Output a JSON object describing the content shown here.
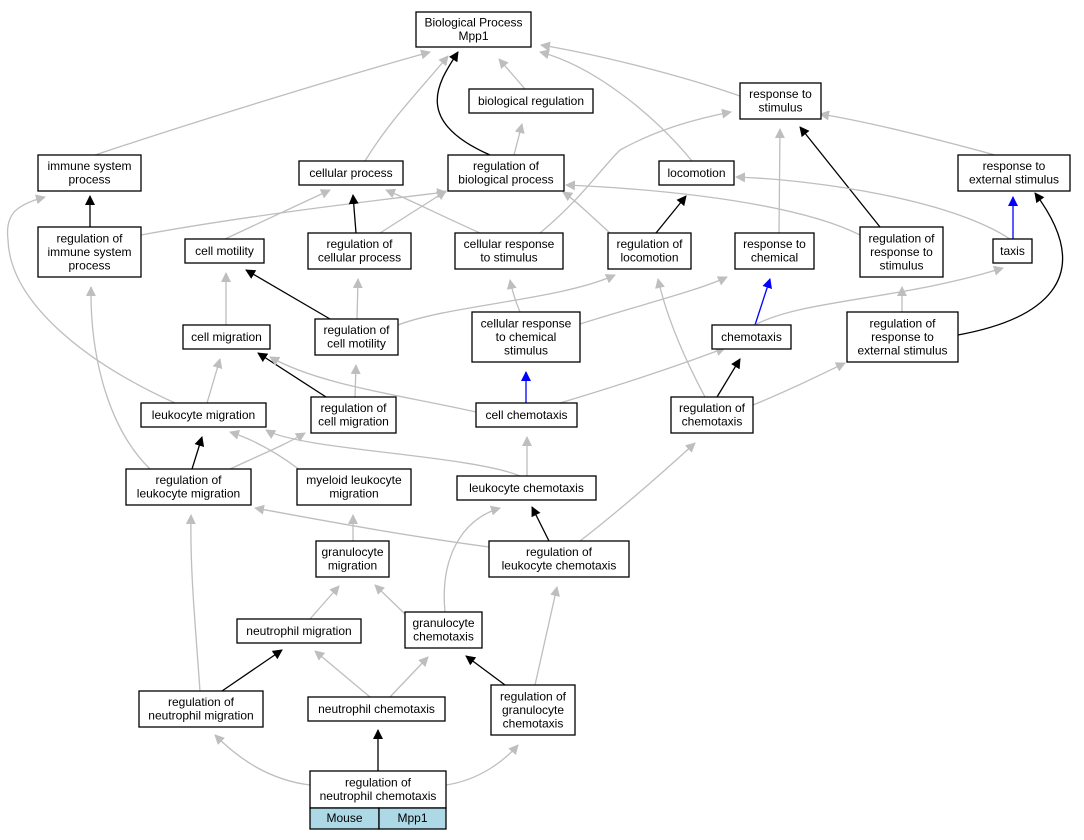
{
  "graph": {
    "colors": {
      "is_a": "#bebebe",
      "part_of": "#000000",
      "regulates": "#000000",
      "positively_regulates": "#0000ff",
      "legend_fill": "#add8e6",
      "node_fill": "#ffffff"
    },
    "nodes": [
      {
        "id": "bp",
        "lines": [
          "Biological Process",
          "Mpp1"
        ]
      },
      {
        "id": "bioreg",
        "lines": [
          "biological regulation"
        ]
      },
      {
        "id": "resp_stim",
        "lines": [
          "response to",
          "stimulus"
        ]
      },
      {
        "id": "immune",
        "lines": [
          "immune system",
          "process"
        ]
      },
      {
        "id": "cellproc",
        "lines": [
          "cellular process"
        ]
      },
      {
        "id": "reg_bio",
        "lines": [
          "regulation of",
          "biological process"
        ]
      },
      {
        "id": "locomotion",
        "lines": [
          "locomotion"
        ]
      },
      {
        "id": "resp_ext",
        "lines": [
          "response to",
          "external stimulus"
        ]
      },
      {
        "id": "reg_immune",
        "lines": [
          "regulation of",
          "immune system",
          "process"
        ]
      },
      {
        "id": "cell_motility",
        "lines": [
          "cell motility"
        ]
      },
      {
        "id": "reg_cellproc",
        "lines": [
          "regulation of",
          "cellular process"
        ]
      },
      {
        "id": "cell_resp_stim",
        "lines": [
          "cellular response",
          "to stimulus"
        ]
      },
      {
        "id": "reg_locomotion",
        "lines": [
          "regulation of",
          "locomotion"
        ]
      },
      {
        "id": "resp_chem",
        "lines": [
          "response to",
          "chemical"
        ]
      },
      {
        "id": "reg_resp_stim",
        "lines": [
          "regulation of",
          "response to",
          "stimulus"
        ]
      },
      {
        "id": "taxis",
        "lines": [
          "taxis"
        ]
      },
      {
        "id": "cell_migration",
        "lines": [
          "cell migration"
        ]
      },
      {
        "id": "reg_cell_motility",
        "lines": [
          "regulation of",
          "cell motility"
        ]
      },
      {
        "id": "cell_resp_chem",
        "lines": [
          "cellular response",
          "to chemical",
          "stimulus"
        ]
      },
      {
        "id": "chemotaxis",
        "lines": [
          "chemotaxis"
        ]
      },
      {
        "id": "reg_resp_ext",
        "lines": [
          "regulation of",
          "response to",
          "external stimulus"
        ]
      },
      {
        "id": "leuk_mig",
        "lines": [
          "leukocyte migration"
        ]
      },
      {
        "id": "reg_cell_mig",
        "lines": [
          "regulation of",
          "cell migration"
        ]
      },
      {
        "id": "cell_chemotaxis",
        "lines": [
          "cell chemotaxis"
        ]
      },
      {
        "id": "reg_chemotaxis",
        "lines": [
          "regulation of",
          "chemotaxis"
        ]
      },
      {
        "id": "reg_leuk_mig",
        "lines": [
          "regulation of",
          "leukocyte migration"
        ]
      },
      {
        "id": "myeloid_leuk_mig",
        "lines": [
          "myeloid leukocyte",
          "migration"
        ]
      },
      {
        "id": "leuk_chemotaxis",
        "lines": [
          "leukocyte chemotaxis"
        ]
      },
      {
        "id": "gran_mig",
        "lines": [
          "granulocyte",
          "migration"
        ]
      },
      {
        "id": "reg_leuk_chemo",
        "lines": [
          "regulation of",
          "leukocyte chemotaxis"
        ]
      },
      {
        "id": "neut_mig",
        "lines": [
          "neutrophil migration"
        ]
      },
      {
        "id": "gran_chemo",
        "lines": [
          "granulocyte",
          "chemotaxis"
        ]
      },
      {
        "id": "reg_neut_mig",
        "lines": [
          "regulation of",
          "neutrophil migration"
        ]
      },
      {
        "id": "neut_chemo",
        "lines": [
          "neutrophil chemotaxis"
        ]
      },
      {
        "id": "reg_gran_chemo",
        "lines": [
          "regulation of",
          "granulocyte",
          "chemotaxis"
        ]
      },
      {
        "id": "reg_neut_chemo",
        "lines": [
          "regulation of",
          "neutrophil chemotaxis"
        ]
      }
    ],
    "edges": [
      {
        "from": "bioreg",
        "to": "bp",
        "rel": "is_a"
      },
      {
        "from": "resp_stim",
        "to": "bp",
        "rel": "is_a"
      },
      {
        "from": "immune",
        "to": "bp",
        "rel": "is_a"
      },
      {
        "from": "cellproc",
        "to": "bp",
        "rel": "is_a"
      },
      {
        "from": "reg_bio",
        "to": "bp",
        "rel": "regulates"
      },
      {
        "from": "reg_bio",
        "to": "bioreg",
        "rel": "is_a"
      },
      {
        "from": "locomotion",
        "to": "bp",
        "rel": "is_a"
      },
      {
        "from": "resp_ext",
        "to": "resp_stim",
        "rel": "is_a"
      },
      {
        "from": "reg_immune",
        "to": "immune",
        "rel": "regulates"
      },
      {
        "from": "reg_immune",
        "to": "reg_bio",
        "rel": "is_a"
      },
      {
        "from": "cell_motility",
        "to": "cellproc",
        "rel": "is_a"
      },
      {
        "from": "reg_cellproc",
        "to": "cellproc",
        "rel": "regulates"
      },
      {
        "from": "reg_cellproc",
        "to": "reg_bio",
        "rel": "is_a"
      },
      {
        "from": "cell_resp_stim",
        "to": "cellproc",
        "rel": "is_a"
      },
      {
        "from": "cell_resp_stim",
        "to": "resp_stim",
        "rel": "is_a"
      },
      {
        "from": "reg_locomotion",
        "to": "locomotion",
        "rel": "regulates"
      },
      {
        "from": "reg_locomotion",
        "to": "reg_bio",
        "rel": "is_a"
      },
      {
        "from": "resp_chem",
        "to": "resp_stim",
        "rel": "is_a"
      },
      {
        "from": "reg_resp_stim",
        "to": "resp_stim",
        "rel": "regulates"
      },
      {
        "from": "reg_resp_stim",
        "to": "reg_bio",
        "rel": "is_a"
      },
      {
        "from": "taxis",
        "to": "resp_ext",
        "rel": "positively_regulates"
      },
      {
        "from": "taxis",
        "to": "locomotion",
        "rel": "is_a"
      },
      {
        "from": "cell_migration",
        "to": "cell_motility",
        "rel": "is_a"
      },
      {
        "from": "reg_cell_motility",
        "to": "cell_motility",
        "rel": "regulates"
      },
      {
        "from": "reg_cell_motility",
        "to": "reg_cellproc",
        "rel": "is_a"
      },
      {
        "from": "reg_cell_motility",
        "to": "reg_locomotion",
        "rel": "is_a"
      },
      {
        "from": "cell_resp_chem",
        "to": "cell_resp_stim",
        "rel": "is_a"
      },
      {
        "from": "cell_resp_chem",
        "to": "resp_chem",
        "rel": "is_a"
      },
      {
        "from": "chemotaxis",
        "to": "resp_chem",
        "rel": "positively_regulates"
      },
      {
        "from": "chemotaxis",
        "to": "taxis",
        "rel": "is_a"
      },
      {
        "from": "reg_resp_ext",
        "to": "resp_ext",
        "rel": "regulates"
      },
      {
        "from": "reg_resp_ext",
        "to": "reg_resp_stim",
        "rel": "is_a"
      },
      {
        "from": "leuk_mig",
        "to": "cell_migration",
        "rel": "is_a"
      },
      {
        "from": "leuk_mig",
        "to": "immune",
        "rel": "is_a"
      },
      {
        "from": "reg_cell_mig",
        "to": "cell_migration",
        "rel": "regulates"
      },
      {
        "from": "reg_cell_mig",
        "to": "reg_cell_motility",
        "rel": "is_a"
      },
      {
        "from": "cell_chemotaxis",
        "to": "cell_migration",
        "rel": "is_a"
      },
      {
        "from": "cell_chemotaxis",
        "to": "cell_resp_chem",
        "rel": "positively_regulates"
      },
      {
        "from": "cell_chemotaxis",
        "to": "chemotaxis",
        "rel": "is_a"
      },
      {
        "from": "reg_chemotaxis",
        "to": "chemotaxis",
        "rel": "regulates"
      },
      {
        "from": "reg_chemotaxis",
        "to": "reg_locomotion",
        "rel": "is_a"
      },
      {
        "from": "reg_chemotaxis",
        "to": "reg_resp_ext",
        "rel": "is_a"
      },
      {
        "from": "reg_leuk_mig",
        "to": "leuk_mig",
        "rel": "regulates"
      },
      {
        "from": "reg_leuk_mig",
        "to": "reg_immune",
        "rel": "is_a"
      },
      {
        "from": "reg_leuk_mig",
        "to": "reg_cell_mig",
        "rel": "is_a"
      },
      {
        "from": "myeloid_leuk_mig",
        "to": "leuk_mig",
        "rel": "is_a"
      },
      {
        "from": "leuk_chemotaxis",
        "to": "leuk_mig",
        "rel": "is_a"
      },
      {
        "from": "leuk_chemotaxis",
        "to": "cell_chemotaxis",
        "rel": "is_a"
      },
      {
        "from": "gran_mig",
        "to": "myeloid_leuk_mig",
        "rel": "is_a"
      },
      {
        "from": "reg_leuk_chemo",
        "to": "leuk_chemotaxis",
        "rel": "regulates"
      },
      {
        "from": "reg_leuk_chemo",
        "to": "reg_leuk_mig",
        "rel": "is_a"
      },
      {
        "from": "reg_leuk_chemo",
        "to": "reg_chemotaxis",
        "rel": "is_a"
      },
      {
        "from": "neut_mig",
        "to": "gran_mig",
        "rel": "is_a"
      },
      {
        "from": "gran_chemo",
        "to": "gran_mig",
        "rel": "is_a"
      },
      {
        "from": "gran_chemo",
        "to": "leuk_chemotaxis",
        "rel": "is_a"
      },
      {
        "from": "reg_neut_mig",
        "to": "neut_mig",
        "rel": "regulates"
      },
      {
        "from": "reg_neut_mig",
        "to": "reg_leuk_mig",
        "rel": "is_a"
      },
      {
        "from": "neut_chemo",
        "to": "neut_mig",
        "rel": "is_a"
      },
      {
        "from": "neut_chemo",
        "to": "gran_chemo",
        "rel": "is_a"
      },
      {
        "from": "reg_gran_chemo",
        "to": "gran_chemo",
        "rel": "regulates"
      },
      {
        "from": "reg_gran_chemo",
        "to": "reg_leuk_chemo",
        "rel": "is_a"
      },
      {
        "from": "reg_neut_chemo",
        "to": "neut_chemo",
        "rel": "regulates"
      },
      {
        "from": "reg_neut_chemo",
        "to": "reg_neut_mig",
        "rel": "is_a"
      },
      {
        "from": "reg_neut_chemo",
        "to": "reg_gran_chemo",
        "rel": "is_a"
      }
    ],
    "legend": {
      "species": "Mouse",
      "gene": "Mpp1"
    }
  }
}
